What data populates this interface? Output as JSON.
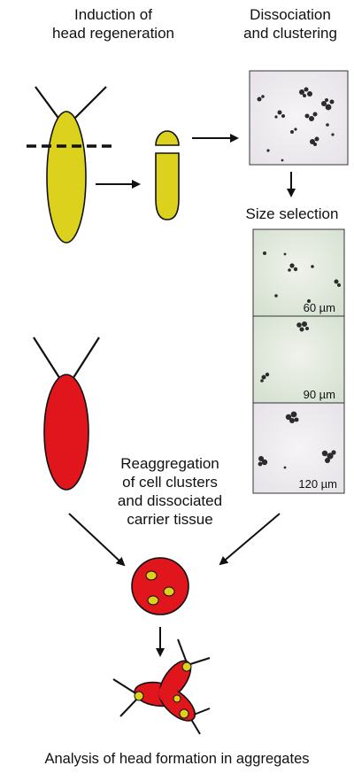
{
  "labels": {
    "induction_line1": "Induction of",
    "induction_line2": "head regeneration",
    "dissociation_line1": "Dissociation",
    "dissociation_line2": "and clustering",
    "size_selection": "Size selection",
    "reaggregation_line1": "Reaggregation",
    "reaggregation_line2": "of cell clusters",
    "reaggregation_line3": "and dissociated",
    "reaggregation_line4": "carrier tissue",
    "analysis": "Analysis of head formation in aggregates"
  },
  "size_panels": [
    "60 µm",
    "90 µm",
    "120 µm"
  ],
  "colors": {
    "yellow_tissue": "#dcd21e",
    "red_tissue": "#e0161c",
    "outline": "#111111",
    "photo_bg_top": "#eeeaf0",
    "photo_bg_green": "#dfe8da"
  },
  "icons": [
    "arrow-right-icon",
    "arrow-down-icon",
    "hydra-icon",
    "aggregate-icon"
  ]
}
